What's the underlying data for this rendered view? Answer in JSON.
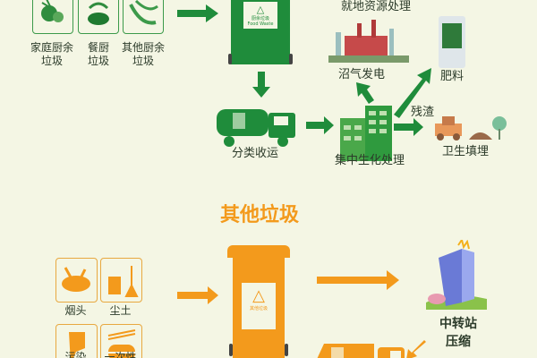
{
  "colors": {
    "green": "#1f8c3b",
    "orange": "#f39a1c",
    "background": "#f4f6e4"
  },
  "food_waste": {
    "items": [
      {
        "label": "家庭厨余\n垃圾",
        "icon": "vegetable-scraps-icon"
      },
      {
        "label": "餐厨\n垃圾",
        "icon": "leftover-food-icon"
      },
      {
        "label": "其他厨余\n垃圾",
        "icon": "peel-icon"
      }
    ],
    "bin_label": "厨余垃圾",
    "bin_sublabel": "Food Waste",
    "collection": "分类收运",
    "central_processing": "集中生化处理",
    "onsite_processing": "就地资源处理",
    "biogas": "沼气发电",
    "fertilizer": "肥料",
    "residue": "残渣",
    "landfill": "卫生填埋"
  },
  "other_waste": {
    "title": "其他垃圾",
    "items": [
      {
        "label": "烟头",
        "icon": "ashtray-icon"
      },
      {
        "label": "尘土",
        "icon": "dustpan-broom-icon"
      },
      {
        "label": "污染",
        "icon": "soiled-paper-icon"
      },
      {
        "label": "一次性",
        "icon": "disposable-box-icon"
      }
    ],
    "bin_label": "其他垃圾",
    "transfer_station": "中转站\n压缩"
  }
}
